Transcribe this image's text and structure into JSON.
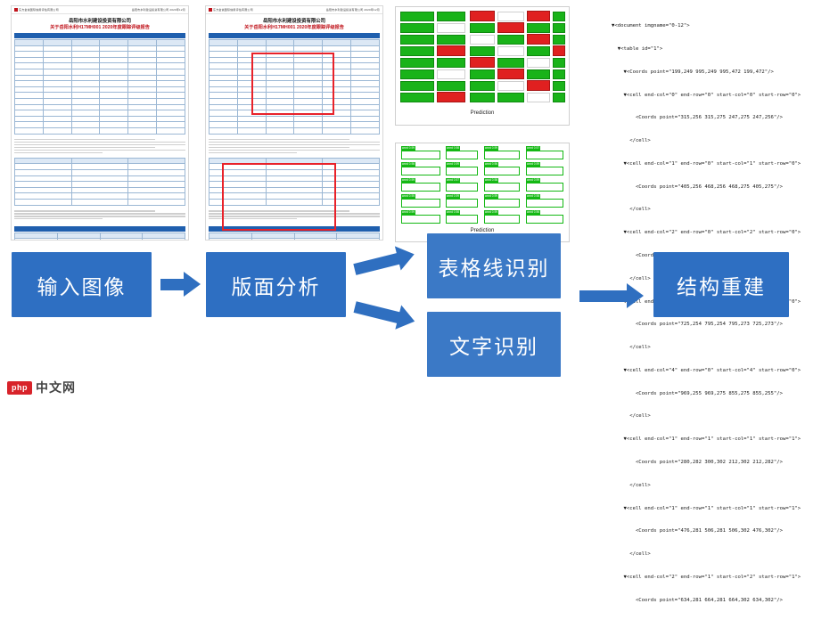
{
  "pipeline": {
    "stages": [
      {
        "id": "input-image",
        "label": "输入图像"
      },
      {
        "id": "layout-analysis",
        "label": "版面分析"
      },
      {
        "id": "table-line-recognition",
        "label": "表格线识别"
      },
      {
        "id": "text-recognition",
        "label": "文字识别"
      },
      {
        "id": "structure-reconstruction",
        "label": "结构重建"
      }
    ],
    "arrows": [
      "arrow-input-to-layout",
      "arrow-layout-to-table",
      "arrow-layout-to-text",
      "arrow-table-to-structure"
    ]
  },
  "documents": {
    "header_left": "东方金诚国际信用评估有限公司",
    "header_right": "岳阳市水利建设投资有限公司 2020年12月",
    "company": "岳阳市水利建设投资有限公司",
    "bond_title": "关于岳阳水利\"H17MH001\"2020年degree跟踪评级报告",
    "bond_title_clean": "关于岳阳水利H17MH001 2020年度跟踪评级报告",
    "report_line": "东方金诚国际信用评估有限公司 跟踪评级报告",
    "logo_text": "东方金诚"
  },
  "panels": {
    "table_line_caption": "Prediction",
    "ocr_caption": "Prediction",
    "ocr_score_labels": [
      "word 0.99",
      "word 0.98",
      "word 0.97",
      "word 0.96",
      "word 0.95"
    ]
  },
  "xml": {
    "lines": [
      "▼<document imgname=\"0-12\">",
      "  ▼<table id=\"1\">",
      "    ▼<Coords point=\"199,249 995,249 995,472 199,472\"/>",
      "    ▼<cell end-col=\"0\" end-row=\"0\" start-col=\"0\" start-row=\"0\">",
      "        <Coords point=\"315,256 315,275 247,275 247,256\"/>",
      "      </cell>",
      "    ▼<cell end-col=\"1\" end-row=\"0\" start-col=\"1\" start-row=\"0\">",
      "        <Coords point=\"405,256 468,256 468,275 405,275\"/>",
      "      </cell>",
      "    ▼<cell end-col=\"2\" end-row=\"0\" start-col=\"2\" start-row=\"0\">",
      "        <Coords point=\"566,255 626,256 626,275 566,273\"/>",
      "      </cell>",
      "    ▼<cell end-col=\"3\" end-row=\"0\" start-col=\"3\" start-row=\"0\">",
      "        <Coords point=\"725,254 795,254 795,273 725,273\"/>",
      "      </cell>",
      "    ▼<cell end-col=\"4\" end-row=\"0\" start-col=\"4\" start-row=\"0\">",
      "        <Coords point=\"969,255 969,275 855,275 855,255\"/>",
      "      </cell>",
      "    ▼<cell end-col=\"1\" end-row=\"1\" start-col=\"1\" start-row=\"1\">",
      "        <Coords point=\"280,282 300,302 212,302 212,282\"/>",
      "      </cell>",
      "    ▼<cell end-col=\"1\" end-row=\"1\" start-col=\"1\" start-row=\"1\">",
      "        <Coords point=\"476,281 506,281 506,302 476,302\"/>",
      "      </cell>",
      "    ▼<cell end-col=\"2\" end-row=\"1\" start-col=\"2\" start-row=\"1\">",
      "        <Coords point=\"634,281 664,281 664,302 634,302\"/>",
      "      </cell>"
    ]
  },
  "watermark": {
    "php": "php",
    "site": "中文网"
  }
}
